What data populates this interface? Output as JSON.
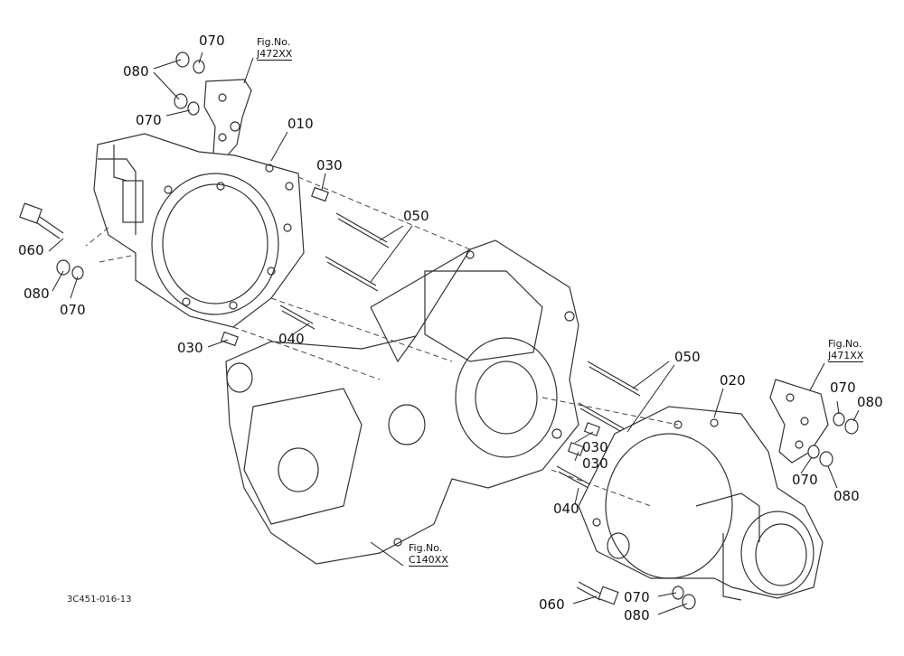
{
  "diagram": {
    "part_labels": {
      "p010": "010",
      "p020": "020",
      "p030_a": "030",
      "p030_b": "030",
      "p030_c": "030",
      "p030_d": "030",
      "p040_a": "040",
      "p040_b": "040",
      "p050_a": "050",
      "p050_b": "050",
      "p060_a": "060",
      "p060_b": "060",
      "p070_a": "070",
      "p070_b": "070",
      "p070_c": "070",
      "p070_d": "070",
      "p070_e": "070",
      "p070_f": "070",
      "p080_a": "080",
      "p080_b": "080",
      "p080_c": "080",
      "p080_d": "080",
      "p080_e": "080"
    },
    "figure_refs": {
      "j472": {
        "prefix": "Fig.No.",
        "code": "J472XX"
      },
      "j471": {
        "prefix": "Fig.No.",
        "code": "J471XX"
      },
      "c140": {
        "prefix": "Fig.No.",
        "code": "C140XX"
      }
    },
    "drawing_ref": "3C451-016-13"
  }
}
